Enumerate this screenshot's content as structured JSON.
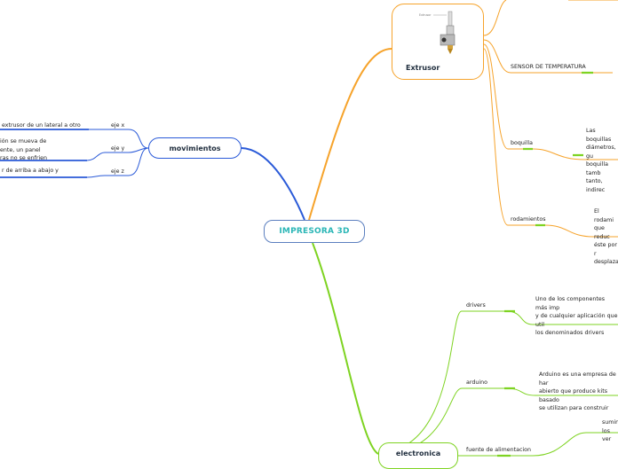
{
  "root": {
    "label": "IMPRESORA 3D"
  },
  "movimientos": {
    "label": "movimientos",
    "items": [
      {
        "label": "eje x",
        "text": "extrusor de un lateral a otro"
      },
      {
        "label": "eje y",
        "text_lines": [
          "ión se mueva de",
          "ente, un panel",
          "ras no se enfrien"
        ]
      },
      {
        "label": "eje z",
        "text": "r de arriba a abajo y"
      }
    ]
  },
  "extrusor": {
    "label": "Extrusor",
    "image_caption": "Extrusor",
    "items": [
      {
        "label": "SENSOR DE TEMPERATURA"
      },
      {
        "label": "boquilla",
        "text_lines": [
          "Las boquillas",
          "diámetros, gu",
          "boquilla tamb",
          "tanto, indirec"
        ]
      },
      {
        "label": "rodamientos",
        "text_lines": [
          "El rodami",
          "que reduc",
          "éste por r",
          "desplazar"
        ]
      }
    ]
  },
  "electronica": {
    "label": "electronica",
    "items": [
      {
        "label": "drivers",
        "text_lines": [
          "Uno de los componentes más imp",
          "y de cualquier aplicación que util",
          "los denominados drivers"
        ]
      },
      {
        "label": "arduino",
        "text_lines": [
          "Arduino es una empresa de har",
          "abierto que produce kits basado",
          "se utilizan para construir"
        ]
      },
      {
        "label": "fuente de alimentacion",
        "text_lines": [
          "sumini",
          "los ver"
        ]
      }
    ]
  },
  "colors": {
    "root_border": "#5b7fbf",
    "root_text": "#2bb6b6",
    "movimientos": "#2a5ad8",
    "extrusor": "#f6a32b",
    "electronica": "#7ed321"
  }
}
